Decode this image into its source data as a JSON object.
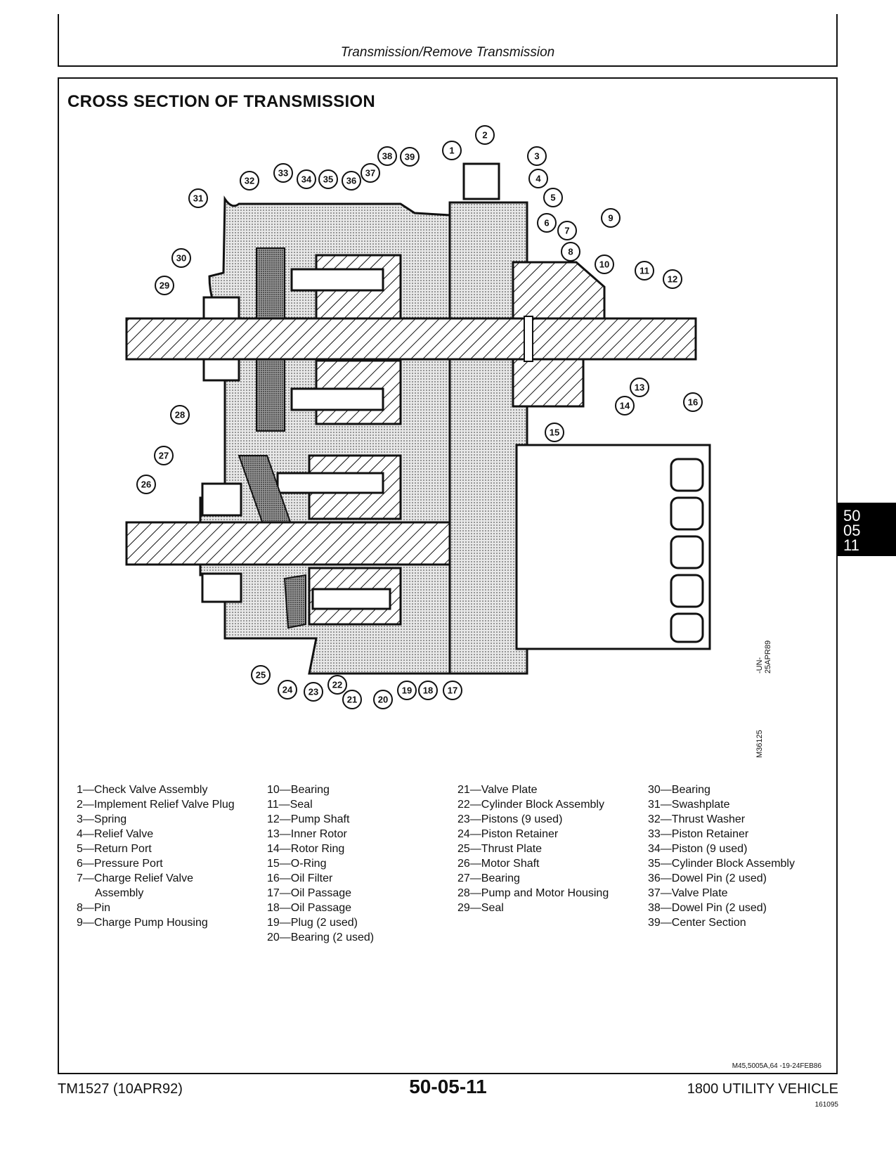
{
  "header": {
    "title": "Transmission/Remove Transmission"
  },
  "section_title": "CROSS SECTION OF TRANSMISSION",
  "figure": {
    "id": "M36125",
    "date_code": "-UN-25APR89",
    "callouts": [
      "1",
      "2",
      "3",
      "4",
      "5",
      "6",
      "7",
      "8",
      "9",
      "10",
      "11",
      "12",
      "13",
      "14",
      "15",
      "16",
      "17",
      "18",
      "19",
      "20",
      "21",
      "22",
      "23",
      "24",
      "25",
      "26",
      "27",
      "28",
      "29",
      "30",
      "31",
      "32",
      "33",
      "34",
      "35",
      "36",
      "37",
      "38",
      "39"
    ]
  },
  "legend": {
    "col1": [
      "1—Check Valve Assembly",
      "2—Implement Relief Valve Plug",
      "3—Spring",
      "4—Relief Valve",
      "5—Return Port",
      "6—Pressure Port",
      "7—Charge Relief Valve Assembly",
      "8—Pin",
      "9—Charge Pump Housing"
    ],
    "col2": [
      "10—Bearing",
      "11—Seal",
      "12—Pump Shaft",
      "13—Inner Rotor",
      "14—Rotor Ring",
      "15—O-Ring",
      "16—Oil Filter",
      "17—Oil Passage",
      "18—Oil Passage",
      "19—Plug (2 used)",
      "20—Bearing (2 used)"
    ],
    "col3": [
      "21—Valve Plate",
      "22—Cylinder Block Assembly",
      "23—Pistons (9 used)",
      "24—Piston Retainer",
      "25—Thrust Plate",
      "26—Motor Shaft",
      "27—Bearing",
      "28—Pump and Motor Housing",
      "29—Seal"
    ],
    "col4": [
      "30—Bearing",
      "31—Swashplate",
      "32—Thrust Washer",
      "33—Piston Retainer",
      "34—Piston (9 used)",
      "35—Cylinder Block Assembly",
      "36—Dowel Pin (2 used)",
      "37—Valve Plate",
      "38—Dowel Pin (2 used)",
      "39—Center Section"
    ]
  },
  "reference_code": "M45,5005A,64    -19-24FEB86",
  "footer": {
    "left": "TM1527 (10APR92)",
    "center": "50-05-11",
    "right": "1800 UTILITY VEHICLE",
    "code": "161095"
  },
  "side_tab": {
    "lines": [
      "50",
      "05",
      "11"
    ]
  }
}
